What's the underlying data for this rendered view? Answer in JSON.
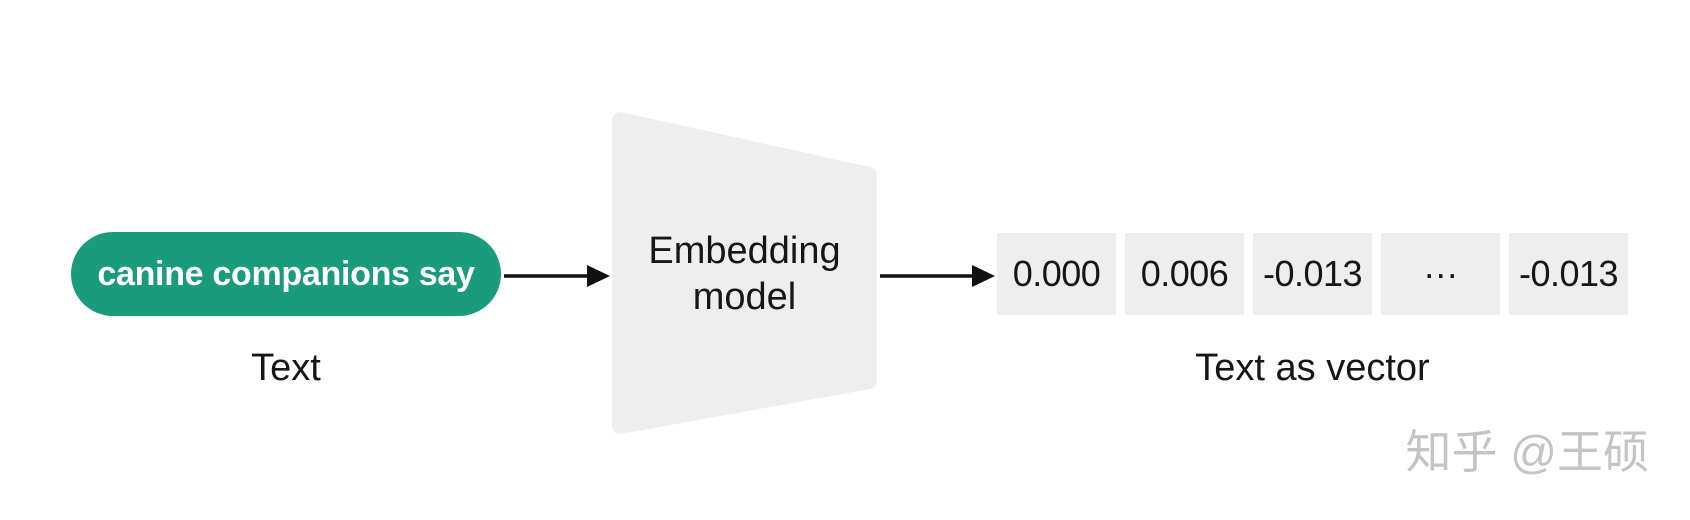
{
  "diagram": {
    "input": {
      "pill_text": "canine companions say",
      "label": "Text"
    },
    "model": {
      "label": "Embedding model"
    },
    "output": {
      "cells": [
        "0.000",
        "0.006",
        "-0.013",
        "···",
        "-0.013"
      ],
      "label": "Text as vector"
    },
    "watermark": "知乎 @王硕"
  },
  "colors": {
    "pill_green": "#1a9c7c",
    "panel_gray": "#eeeeef",
    "text_dark": "#151617",
    "arrow_black": "#111111",
    "watermark_gray": "#c4c4c4"
  }
}
